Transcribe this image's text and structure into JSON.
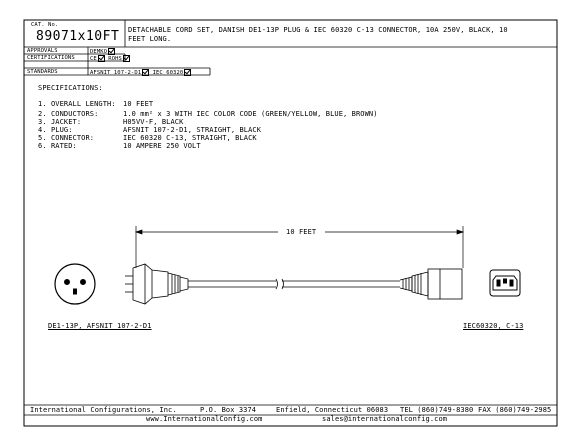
{
  "header": {
    "cat_label": "CAT. No.",
    "cat_number": "89071x10FT",
    "description_line1": "DETACHABLE CORD SET, DANISH DE1-13P PLUG & IEC 60320 C-13 CONNECTOR, 10A 250V, BLACK, 10",
    "description_line2": "FEET LONG."
  },
  "approvals": {
    "approvals_label": "APPROVALS",
    "approvals_value": "DEMKO",
    "certifications_label": "CERTIFICATIONS",
    "cert_ce": "CE",
    "cert_rohs": "ROHS",
    "standards_label": "STANDARDS",
    "std_1": "AFSNIT 107-2-D1",
    "std_2": "IEC 60320"
  },
  "specifications": {
    "title": "SPECIFICATIONS:",
    "items": [
      {
        "num": "1.",
        "label": "OVERALL LENGTH:",
        "value": "10 FEET"
      },
      {
        "num": "2.",
        "label": "CONDUCTORS:",
        "value": "1.0 mm² x 3 WITH IEC COLOR CODE (GREEN/YELLOW, BLUE, BROWN)"
      },
      {
        "num": "3.",
        "label": "JACKET:",
        "value": "H05VV-F, BLACK"
      },
      {
        "num": "4.",
        "label": "PLUG:",
        "value": "AFSNIT 107-2-D1, STRAIGHT, BLACK"
      },
      {
        "num": "5.",
        "label": "CONNECTOR:",
        "value": "IEC 60320 C-13, STRAIGHT, BLACK"
      },
      {
        "num": "6.",
        "label": "RATED:",
        "value": "10 AMPERE 250 VOLT"
      }
    ]
  },
  "drawing": {
    "length_label": "10 FEET",
    "plug_caption": "DE1-13P, AFSNIT 107-2-D1",
    "connector_caption": "IEC60320, C-13"
  },
  "footer": {
    "company": "International Configurations, Inc.",
    "pobox": "P.O. Box 3374",
    "city": "Enfield, Connecticut 06083",
    "tel": "TEL (860)749-8380",
    "fax": "FAX (860)749-2985",
    "web": "www.InternationalConfig.com",
    "email": "sales@internationalconfig.com"
  }
}
